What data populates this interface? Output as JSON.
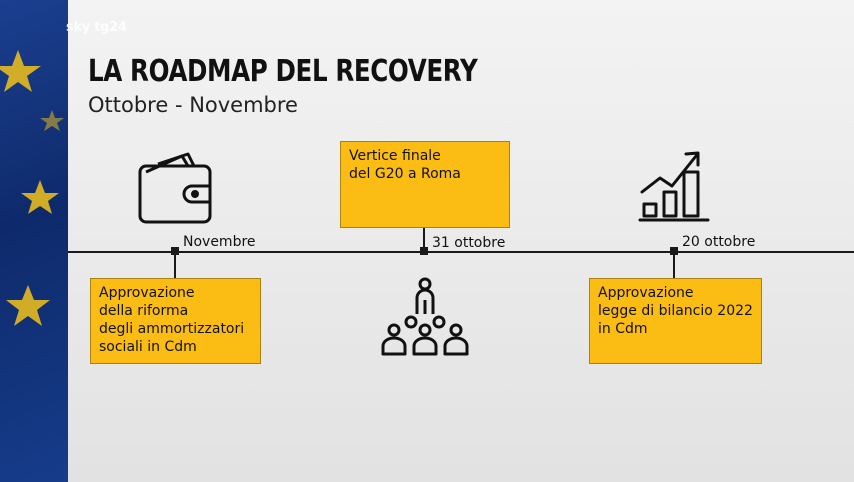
{
  "header": {
    "logo": "sky tg24",
    "title": "LA ROADMAP DEL RECOVERY",
    "subtitle": "Ottobre - Novembre"
  },
  "events": [
    {
      "date": "Novembre",
      "lines": [
        "Approvazione",
        "della riforma",
        "degli ammortizzatori",
        "sociali in Cdm"
      ],
      "icon": "wallet-icon"
    },
    {
      "date": "31 ottobre",
      "lines": [
        "Vertice finale",
        "del G20 a Roma"
      ],
      "icon": "audience-icon"
    },
    {
      "date": "20 ottobre",
      "lines": [
        "Approvazione",
        "legge di bilancio 2022",
        "in Cdm"
      ],
      "icon": "growth-chart-icon"
    }
  ],
  "colors": {
    "box_fill": "#fbbd14",
    "eu_blue": "#163c8a",
    "eu_star": "#f2c21a"
  }
}
